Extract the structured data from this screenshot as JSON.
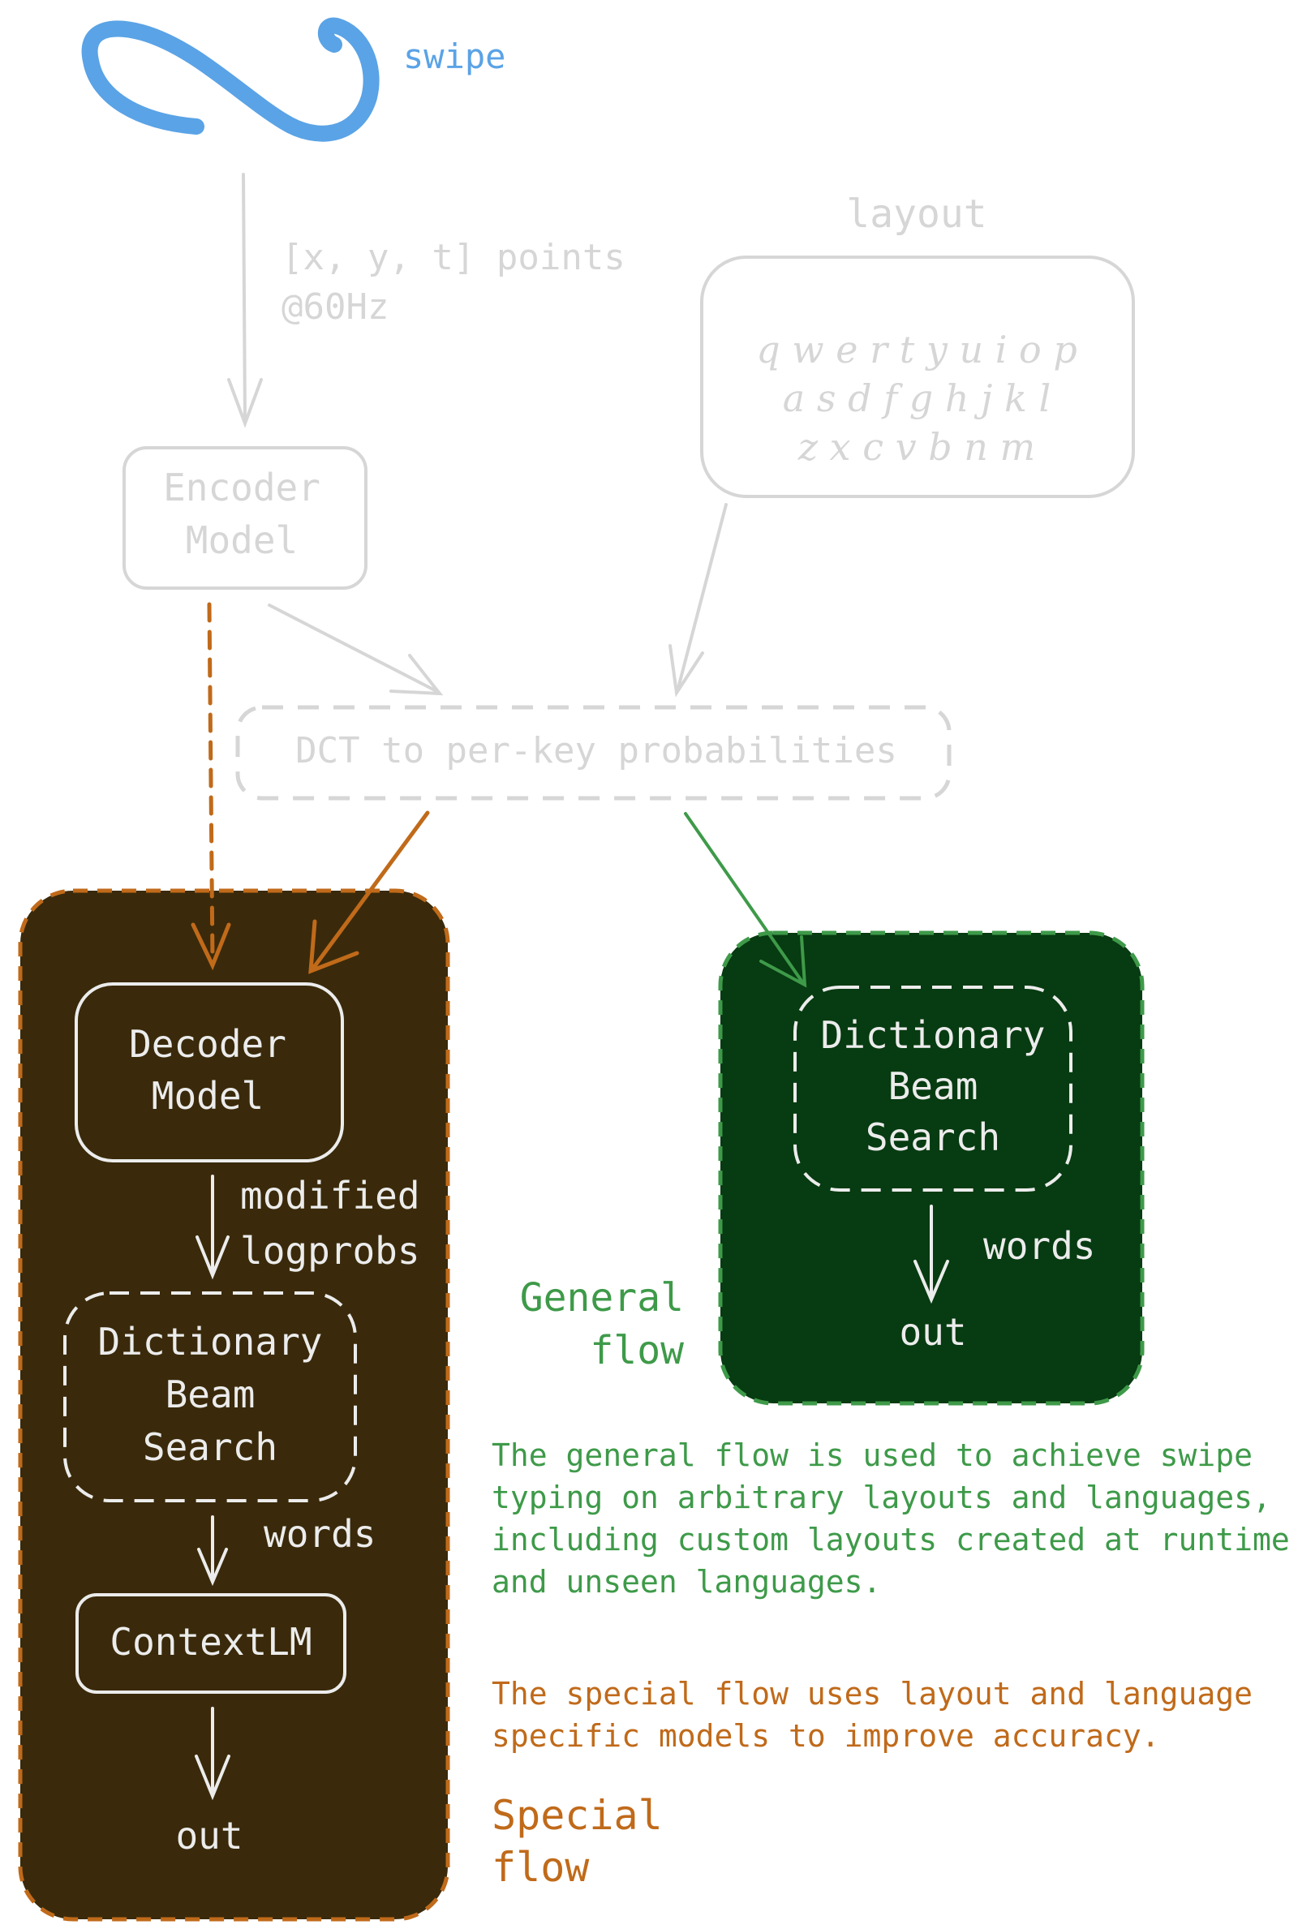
{
  "input": {
    "swipe_label": "swipe",
    "points_label_line1": "[x, y, t] points",
    "points_label_line2": "@60Hz"
  },
  "layout_box": {
    "title": "layout",
    "row1": "q w e r t y u i o p",
    "row2": "a s d f g h j k l",
    "row3": "z x c v b n m"
  },
  "encoder": {
    "line1": "Encoder",
    "line2": "Model"
  },
  "dct": {
    "label": "DCT to per-key probabilities"
  },
  "special_flow": {
    "decoder_line1": "Decoder",
    "decoder_line2": "Model",
    "modified_line1": "modified",
    "modified_line2": "logprobs",
    "dict_line1": "Dictionary",
    "dict_line2": "Beam",
    "dict_line3": "Search",
    "words_label": "words",
    "contextlm": "ContextLM",
    "out_label": "out",
    "title_line1": "Special",
    "title_line2": "flow",
    "description_line1": "The special flow uses layout and language",
    "description_line2": "specific models to improve accuracy."
  },
  "general_flow": {
    "dict_line1": "Dictionary",
    "dict_line2": "Beam",
    "dict_line3": "Search",
    "words_label": "words",
    "out_label": "out",
    "title_line1": "General",
    "title_line2": "flow",
    "description_line1": "The general flow is used to achieve swipe",
    "description_line2": "typing on arbitrary layouts and languages,",
    "description_line3": "including custom layouts created at runtime",
    "description_line4": "and unseen languages."
  },
  "colors": {
    "blue": "#5aa3e6",
    "gray": "#d6d6d6",
    "orange": "#c06a1a",
    "green": "#3e9a49",
    "brown_fill": "#3a2a0b",
    "green_fill": "#073b11",
    "light": "#ececec"
  }
}
